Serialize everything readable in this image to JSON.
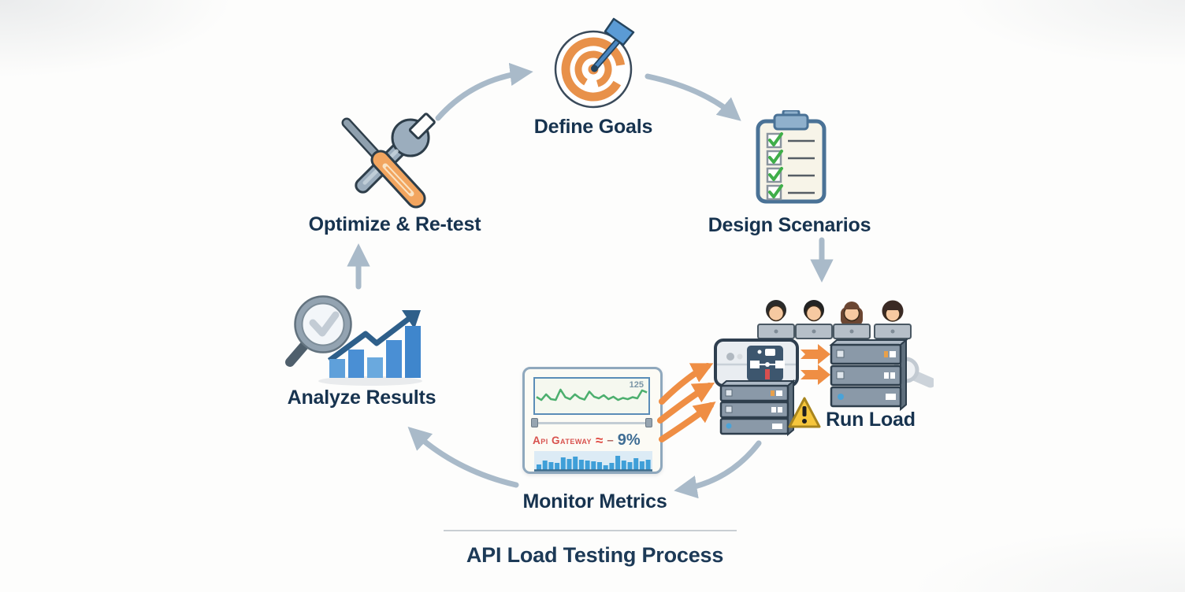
{
  "title": "API Load Testing Process",
  "steps": [
    {
      "id": "define-goals",
      "label": "Define Goals"
    },
    {
      "id": "design-scenarios",
      "label": "Design Scenarios"
    },
    {
      "id": "run-load",
      "label": "Run Load"
    },
    {
      "id": "monitor-metrics",
      "label": "Monitor Metrics"
    },
    {
      "id": "analyze-results",
      "label": "Analyze Results"
    },
    {
      "id": "optimize-retest",
      "label": "Optimize & Re-test"
    }
  ],
  "dashboard": {
    "peak_value": "125",
    "metric_label": "Api Gateway",
    "metric_icon": "≈",
    "metric_dash": "–",
    "metric_value": "9%",
    "sparkline": [
      0.45,
      0.3,
      0.58,
      0.34,
      0.3,
      0.82,
      0.44,
      0.34,
      0.58,
      0.4,
      0.32,
      0.72,
      0.46,
      0.38,
      0.54,
      0.34,
      0.46,
      0.3,
      0.4,
      0.34,
      0.44,
      0.38,
      0.78,
      0.68
    ],
    "bars": [
      0.35,
      0.6,
      0.5,
      0.45,
      0.8,
      0.7,
      0.85,
      0.65,
      0.6,
      0.55,
      0.5,
      0.3,
      0.45,
      0.9,
      0.6,
      0.5,
      0.75,
      0.55,
      0.65
    ]
  },
  "warning": {
    "symbol": "!"
  },
  "icons": [
    "target-dart-icon",
    "clipboard-checklist-icon",
    "users-laptops-icon",
    "gateway-server-icon",
    "warning-triangle-icon",
    "dashboard-metrics-icon",
    "magnifier-bar-chart-icon",
    "wrench-screwdriver-icon"
  ],
  "colors": {
    "text_navy": "#17334f",
    "arrow_gray": "#a9bac9",
    "accent_orange": "#ef8e44",
    "target_orange": "#e8914a",
    "bar_blue": "#5b9bd5",
    "sparkline_green": "#4caf6e",
    "alert_red": "#d8514d",
    "warning_yellow": "#f6c63c",
    "check_green": "#3fae49"
  }
}
